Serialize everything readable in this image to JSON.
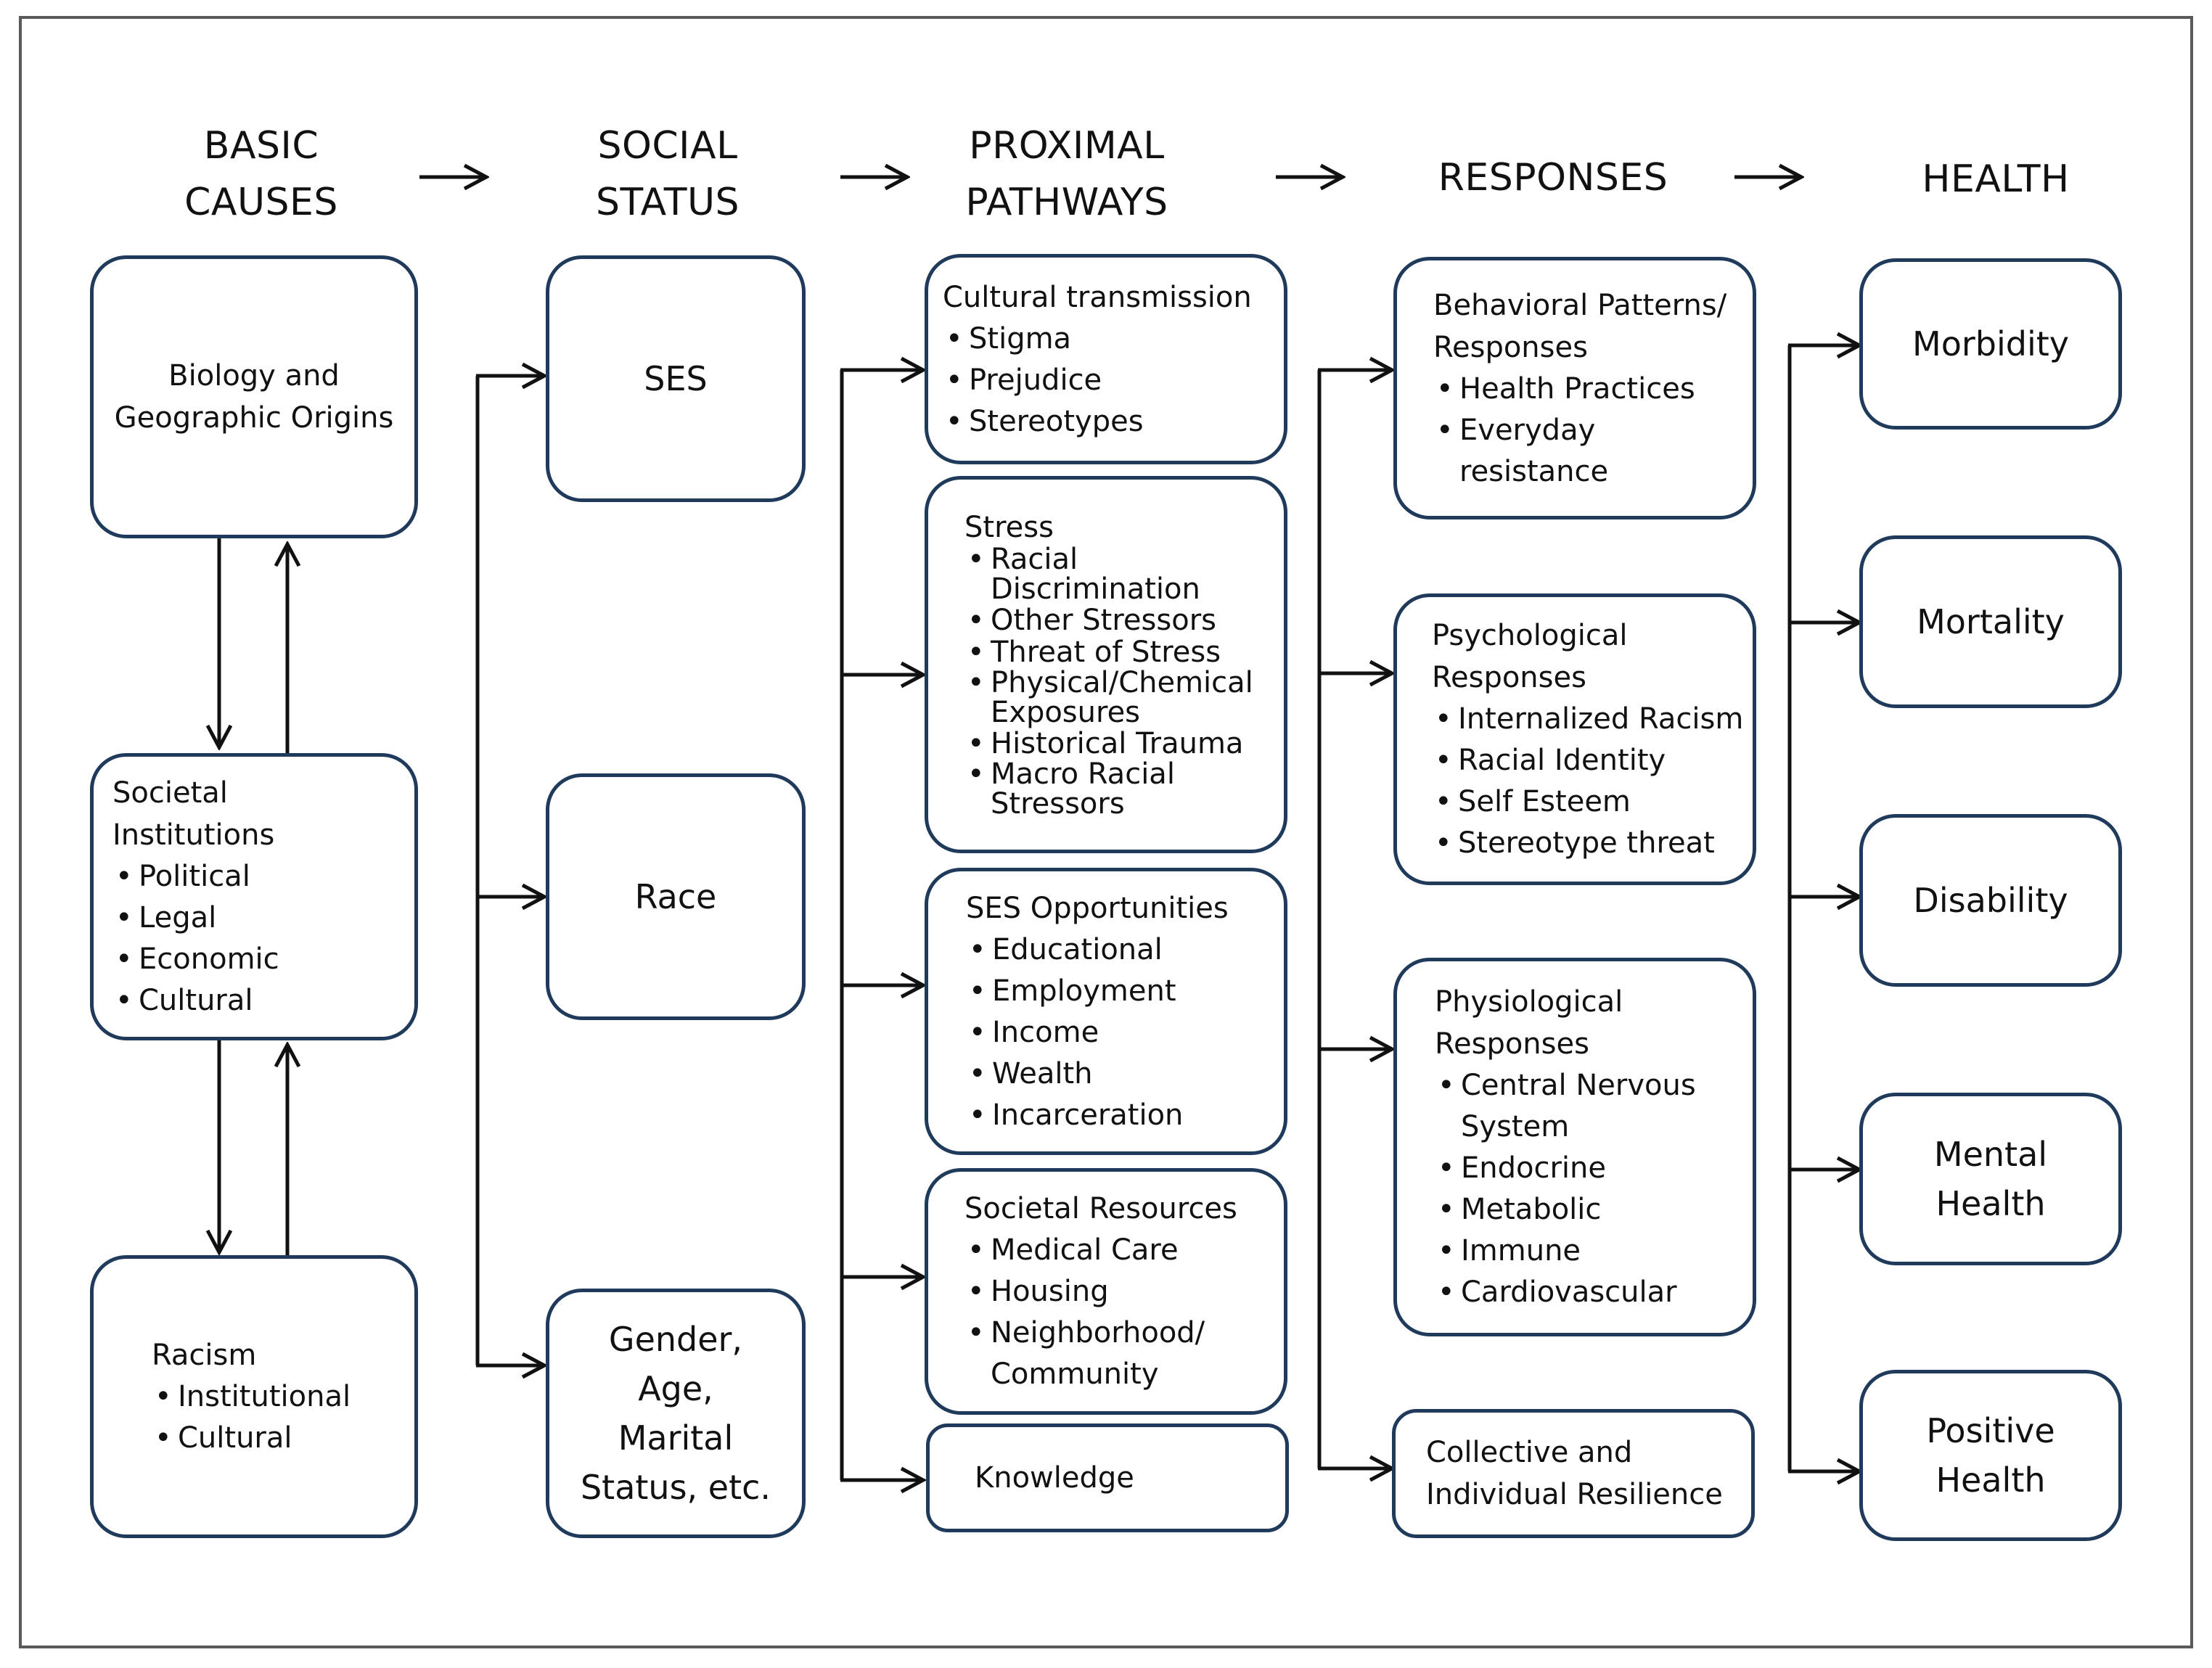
{
  "headers": {
    "basic_causes": [
      "BASIC",
      "CAUSES"
    ],
    "social_status": [
      "SOCIAL",
      "STATUS"
    ],
    "proximal_pathways": [
      "PROXIMAL",
      "PATHWAYS"
    ],
    "responses": "RESPONSES",
    "health": "HEALTH"
  },
  "basic_causes": {
    "biology": [
      "Biology and",
      "Geographic Origins"
    ],
    "institutions": {
      "title": "Societal Institutions",
      "items": [
        "Political",
        "Legal",
        "Economic",
        "Cultural"
      ]
    },
    "racism": {
      "title": "Racism",
      "items": [
        "Institutional",
        "Cultural"
      ]
    }
  },
  "social_status": {
    "ses": "SES",
    "race": "Race",
    "gender": [
      "Gender,",
      "Age,",
      "Marital",
      "Status, etc."
    ]
  },
  "proximal_pathways": {
    "cultural": {
      "title": "Cultural transmission",
      "items": [
        "Stigma",
        "Prejudice",
        "Stereotypes"
      ]
    },
    "stress": {
      "title": "Stress",
      "items": [
        "Racial Discrimination",
        "Other Stressors",
        "Threat of Stress",
        "Physical/Chemical Exposures",
        "Historical Trauma",
        "Macro Racial Stressors"
      ]
    },
    "ses_opportunities": {
      "title": "SES Opportunities",
      "items": [
        "Educational",
        "Employment",
        "Income",
        "Wealth",
        "Incarceration"
      ]
    },
    "societal_resources": {
      "title": "Societal Resources",
      "items": [
        "Medical Care",
        "Housing",
        "Neighborhood/ Community"
      ]
    },
    "knowledge": "Knowledge"
  },
  "responses": {
    "behavioral": {
      "title": "Behavioral Patterns/ Responses",
      "items": [
        "Health Practices",
        "Everyday resistance"
      ]
    },
    "psychological": {
      "title": "Psychological Responses",
      "items": [
        "Internalized Racism",
        "Racial Identity",
        "Self Esteem",
        "Stereotype threat"
      ]
    },
    "physiological": {
      "title": "Physiological Responses",
      "items": [
        "Central Nervous System",
        "Endocrine",
        "Metabolic",
        "Immune",
        "Cardiovascular"
      ]
    },
    "resilience": [
      "Collective and",
      "Individual Resilience"
    ]
  },
  "health": {
    "morbidity": "Morbidity",
    "mortality": "Mortality",
    "disability": "Disability",
    "mental": [
      "Mental",
      "Health"
    ],
    "positive": [
      "Positive",
      "Health"
    ]
  }
}
